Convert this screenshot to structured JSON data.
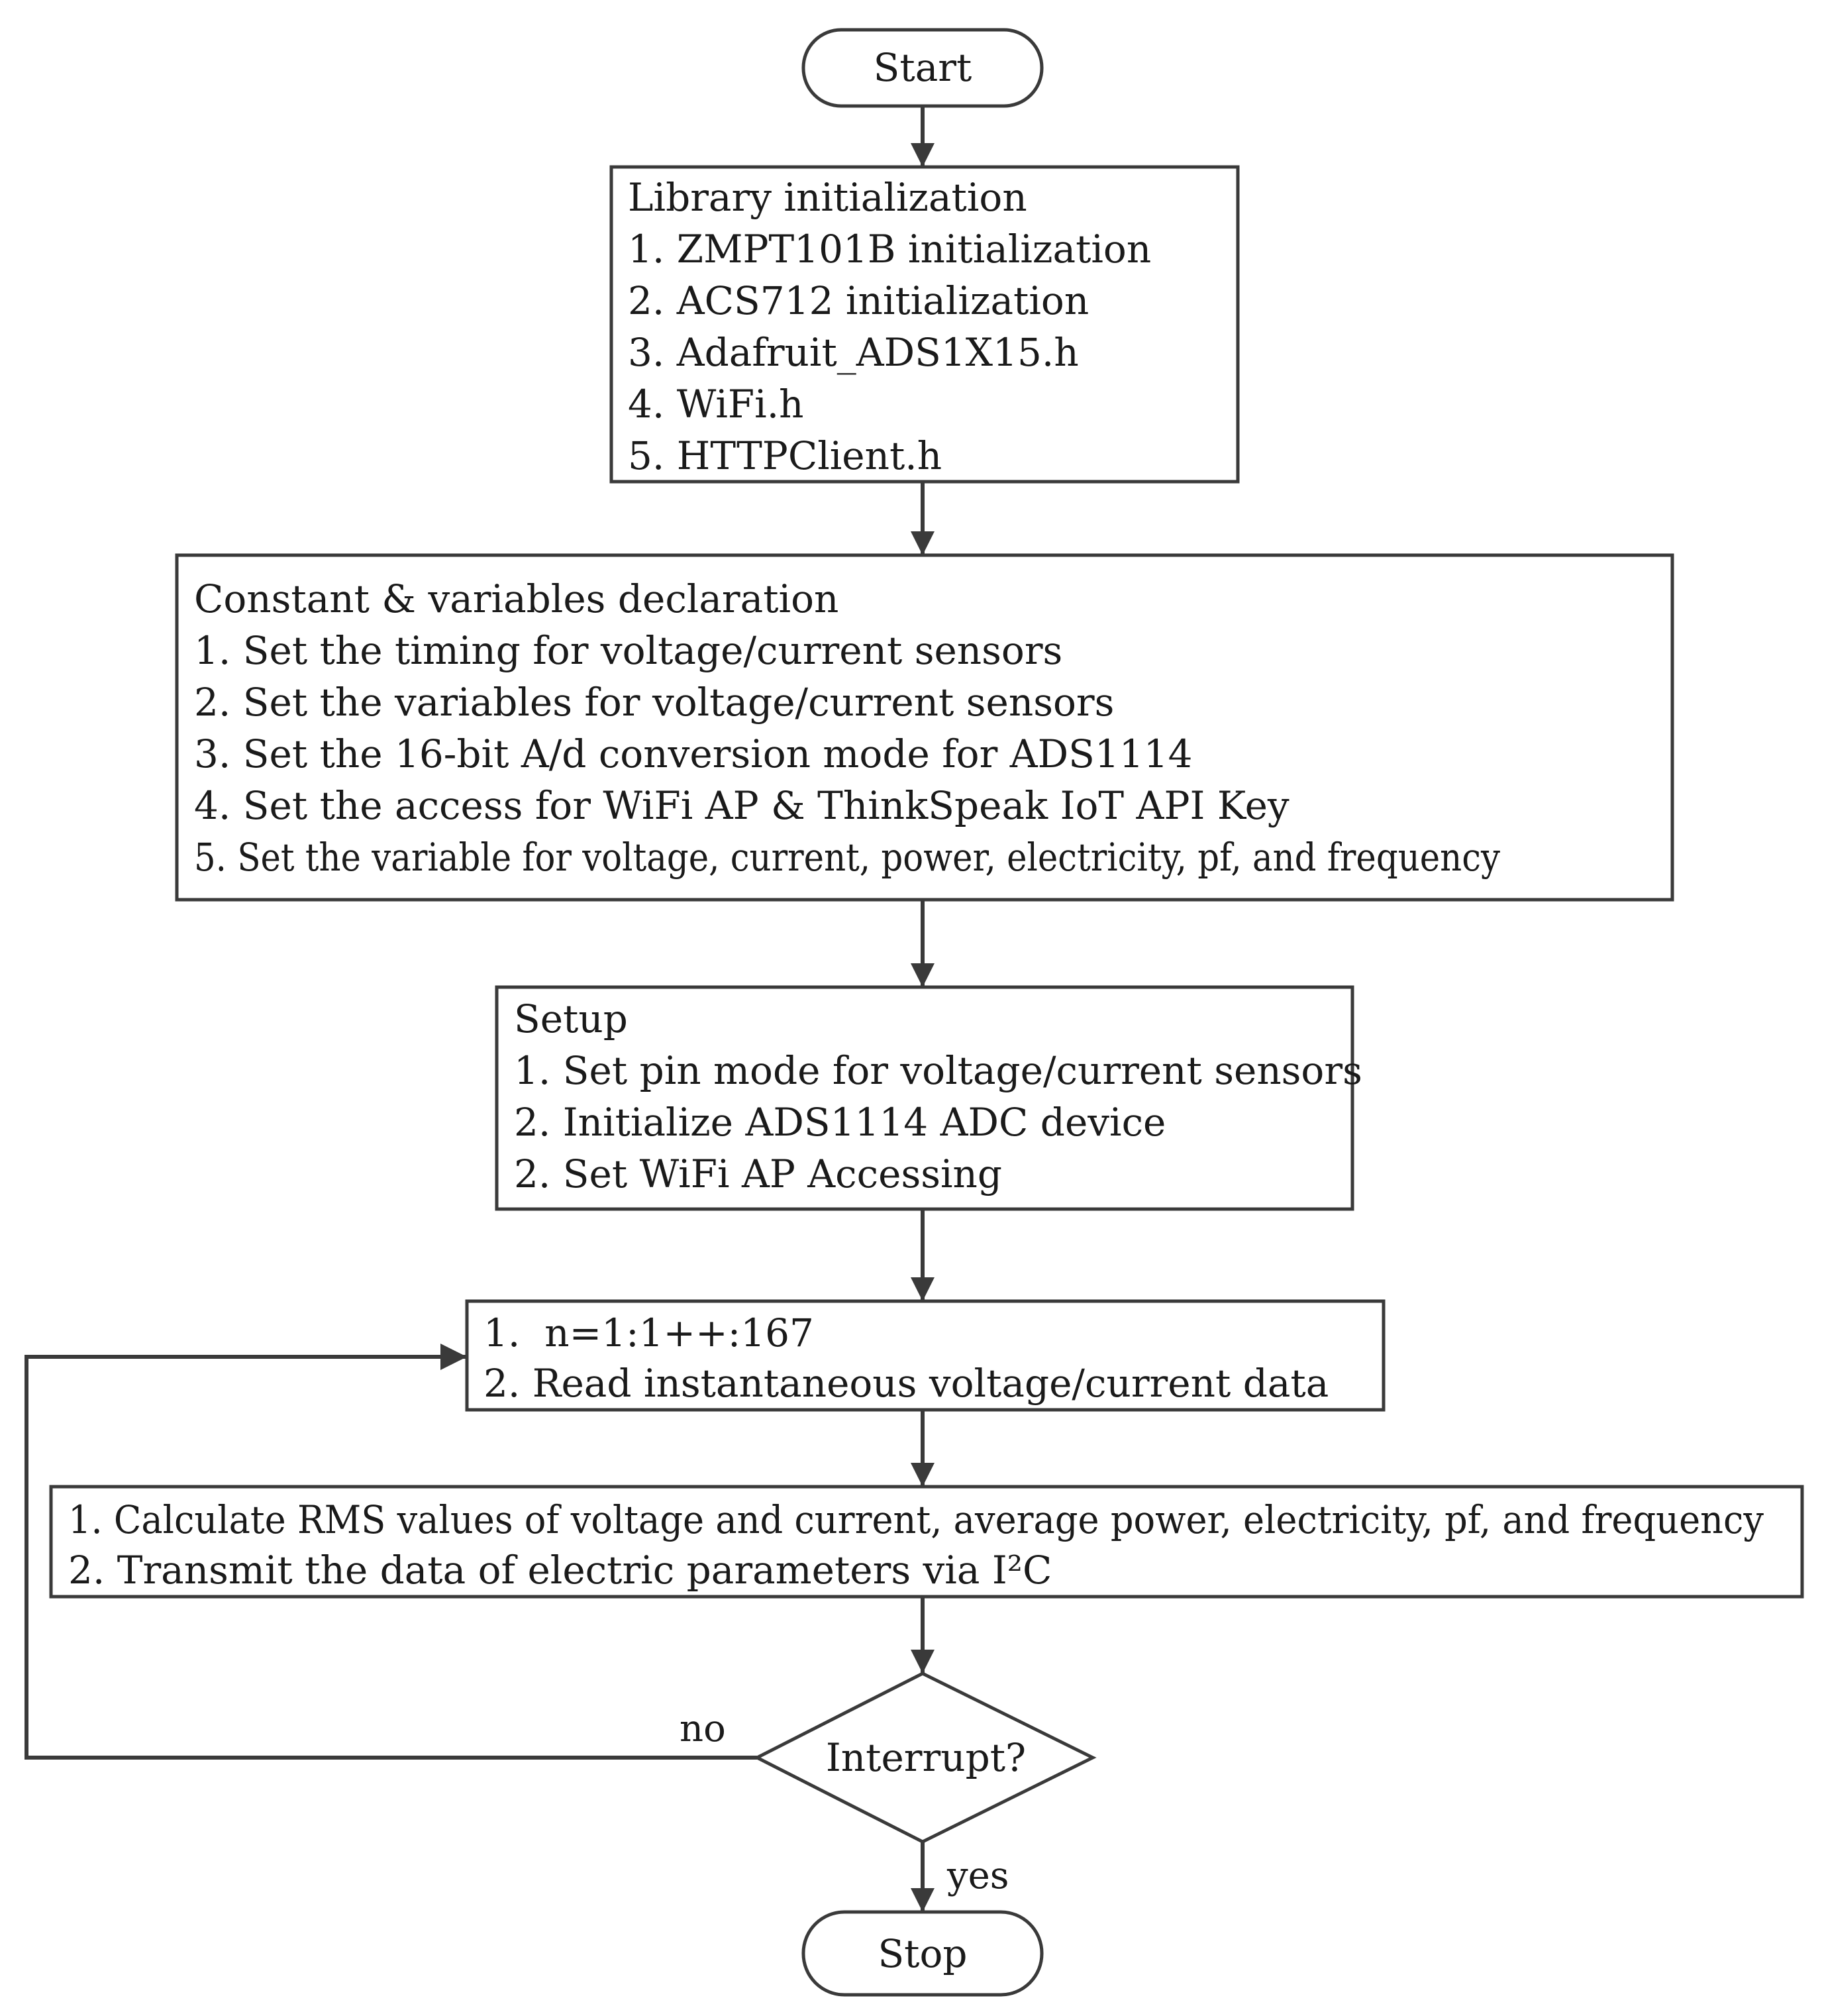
{
  "start": {
    "label": "Start"
  },
  "library": {
    "title": "Library initialization",
    "items": [
      "1. ZMPT101B initialization",
      "2. ACS712 initialization",
      "3. Adafruit_ADS1X15.h",
      "4. WiFi.h",
      "5. HTTPClient.h"
    ]
  },
  "constants": {
    "title": "Constant & variables declaration",
    "items": [
      "1. Set the timing for voltage/current sensors",
      "2. Set the variables for voltage/current sensors",
      "3. Set the 16-bit A/d conversion mode for ADS1114",
      "4. Set the access for WiFi AP & ThinkSpeak IoT API Key",
      "5. Set the variable for voltage, current, power, electricity, pf, and frequency"
    ]
  },
  "setup": {
    "title": "Setup",
    "items": [
      "1. Set pin mode for voltage/current sensors",
      "2. Initialize ADS1114 ADC device",
      "2. Set WiFi AP Accessing"
    ]
  },
  "loop": {
    "items": [
      "1.  n=1:1++:167",
      "2. Read instantaneous voltage/current data"
    ]
  },
  "calculate": {
    "items": [
      "1. Calculate RMS values of voltage and current, average power, electricity, pf, and frequency",
      "2. Transmit the data of electric parameters via I²C"
    ]
  },
  "decision": {
    "label": "Interrupt?"
  },
  "edges": {
    "no_label": "no",
    "yes_label": "yes"
  },
  "stop": {
    "label": "Stop"
  }
}
